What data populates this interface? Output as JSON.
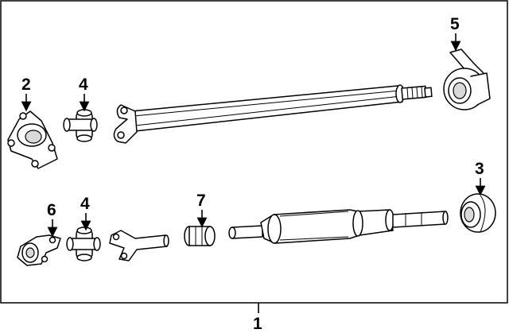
{
  "callouts": {
    "c1": "1",
    "c2": "2",
    "c3": "3",
    "c4a": "4",
    "c4b": "4",
    "c5": "5",
    "c6": "6",
    "c7": "7"
  },
  "colors": {
    "line": "#000000",
    "background": "#ffffff",
    "shade": "#d9d9d9"
  }
}
